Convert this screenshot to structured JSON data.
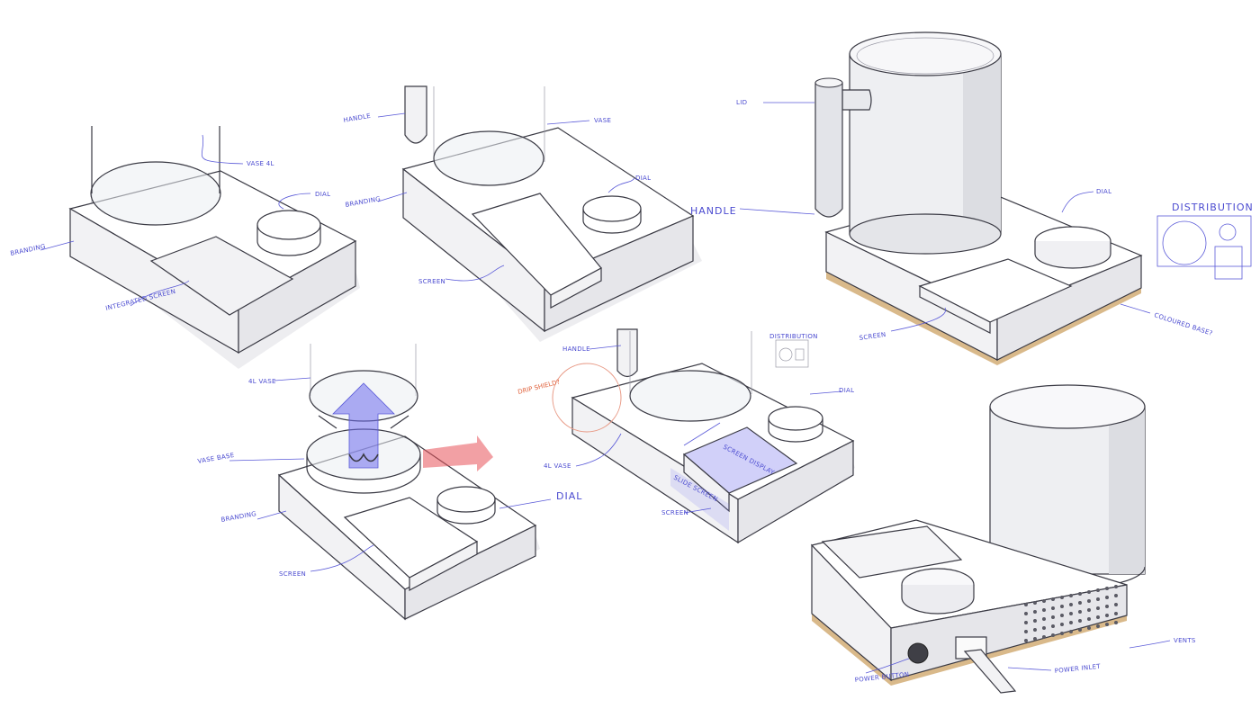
{
  "colors": {
    "ink": "#3a3a44",
    "annotation": "#4a4ad0",
    "highlight_blue": "#7a78ee",
    "highlight_red": "#e8525a",
    "wood_base": "#d9b98a"
  },
  "sketch1": {
    "vase": "VASE 4L",
    "dial": "DIAL",
    "branding": "BRANDING",
    "screen": "INTEGRATED SCREEN"
  },
  "sketch2": {
    "handle": "HANDLE",
    "vase": "VASE",
    "branding": "BRANDING",
    "dial": "DIAL",
    "screen": "SCREEN"
  },
  "sketch3": {
    "lid": "LID",
    "handle": "HANDLE",
    "dial": "DIAL",
    "screen": "SCREEN",
    "coloured_base": "COLOURED BASE?",
    "distribution": "DISTRIBUTION"
  },
  "sketch4": {
    "vase": "4L VASE",
    "vase_base": "VASE BASE",
    "branding": "BRANDING",
    "dial": "DIAL",
    "screen": "SCREEN"
  },
  "sketch5": {
    "handle": "HANDLE",
    "distribution": "DISTRIBUTION",
    "dial": "DIAL",
    "drip_shield": "DRIP SHIELD?",
    "vase": "4L VASE",
    "screen_display": "SCREEN DISPLAY",
    "screen": "SCREEN",
    "slide_screen": "SLIDE SCREEN"
  },
  "sketch6": {
    "power_button": "POWER BUTTON",
    "power_inlet": "POWER INLET",
    "vents": "VENTS"
  }
}
